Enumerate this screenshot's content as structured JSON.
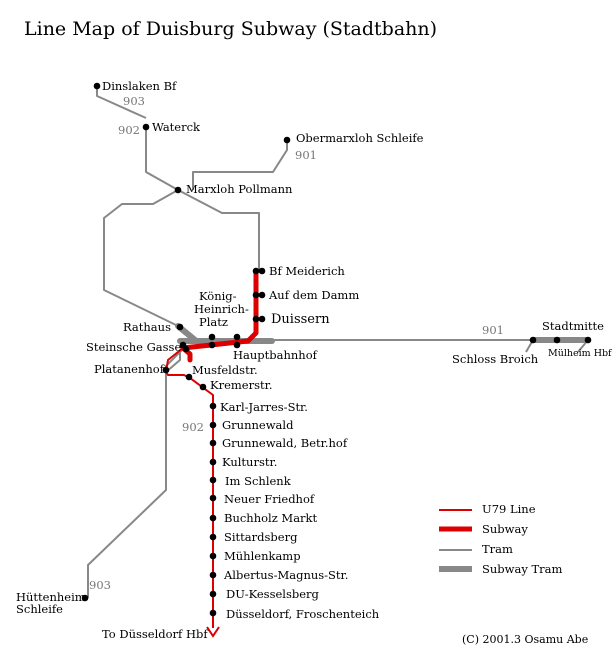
{
  "title": "Line Map of Duisburg Subway (Stadtbahn)",
  "copyright": "(C) 2001.3  Osamu Abe",
  "colors": {
    "u79": "#dd0000",
    "tram": "#888888",
    "subway_tram": "#888888",
    "station": "#000000"
  },
  "line_numbers": {
    "n903_top": "903",
    "n902_top": "902",
    "n901_top": "901",
    "n901_east": "901",
    "n902_south": "902",
    "n903_south": "903"
  },
  "stations": {
    "dinslaken": "Dinslaken Bf",
    "waterck": "Waterck",
    "obermarxloh": "Obermarxloh Schleife",
    "marxloh": "Marxloh Pollmann",
    "meiderich": "Bf Meiderich",
    "auf_dem_damm": "Auf dem Damm",
    "duissern": "Duissern",
    "koenig1": "König-",
    "koenig2": "Heinrich-",
    "koenig3": "Platz",
    "rathaus": "Rathaus",
    "steinsche": "Steinsche Gasse",
    "hauptbahnhof": "Hauptbahnhof",
    "platanenhof": "Platanenhof",
    "musfeld": "Musfeldstr.",
    "kremer": "Kremerstr.",
    "karl": "Karl-Jarres-Str.",
    "grunnewald": "Grunnewald",
    "grunnewald_betr": "Grunnewald, Betr.hof",
    "kultur": "Kulturstr.",
    "schlenk": "Im Schlenk",
    "friedhof": "Neuer Friedhof",
    "buchholz": "Buchholz Markt",
    "sittards": "Sittardsberg",
    "muehlen": "Mühlenkamp",
    "albertus": "Albertus-Magnus-Str.",
    "kessels": "DU-Kesselsberg",
    "froschen": "Düsseldorf, Froschenteich",
    "to_dus": "To Düsseldorf Hbf",
    "huetten1": "Hüttenheim",
    "huetten2": "Schleife",
    "schloss": "Schloss Broich",
    "stadtmitte": "Stadtmitte",
    "muelheim": "Mülheim Hbf"
  },
  "legend": {
    "u79": "U79 Line",
    "subway": "Subway",
    "tram": "Tram",
    "subway_tram": "Subway Tram"
  }
}
